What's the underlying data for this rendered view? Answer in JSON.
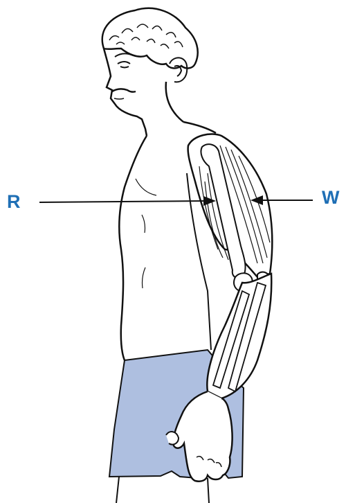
{
  "labels": {
    "r": "R",
    "w": "W"
  },
  "colors": {
    "label": "#1f6fb5",
    "shorts": "#aebfe0",
    "line": "#111111",
    "background": "#ffffff"
  },
  "structures": [
    {
      "letter": "R",
      "arrow_direction": "right",
      "target": "arm-muscle"
    },
    {
      "letter": "W",
      "arrow_direction": "left",
      "target": "arm-muscle"
    }
  ]
}
